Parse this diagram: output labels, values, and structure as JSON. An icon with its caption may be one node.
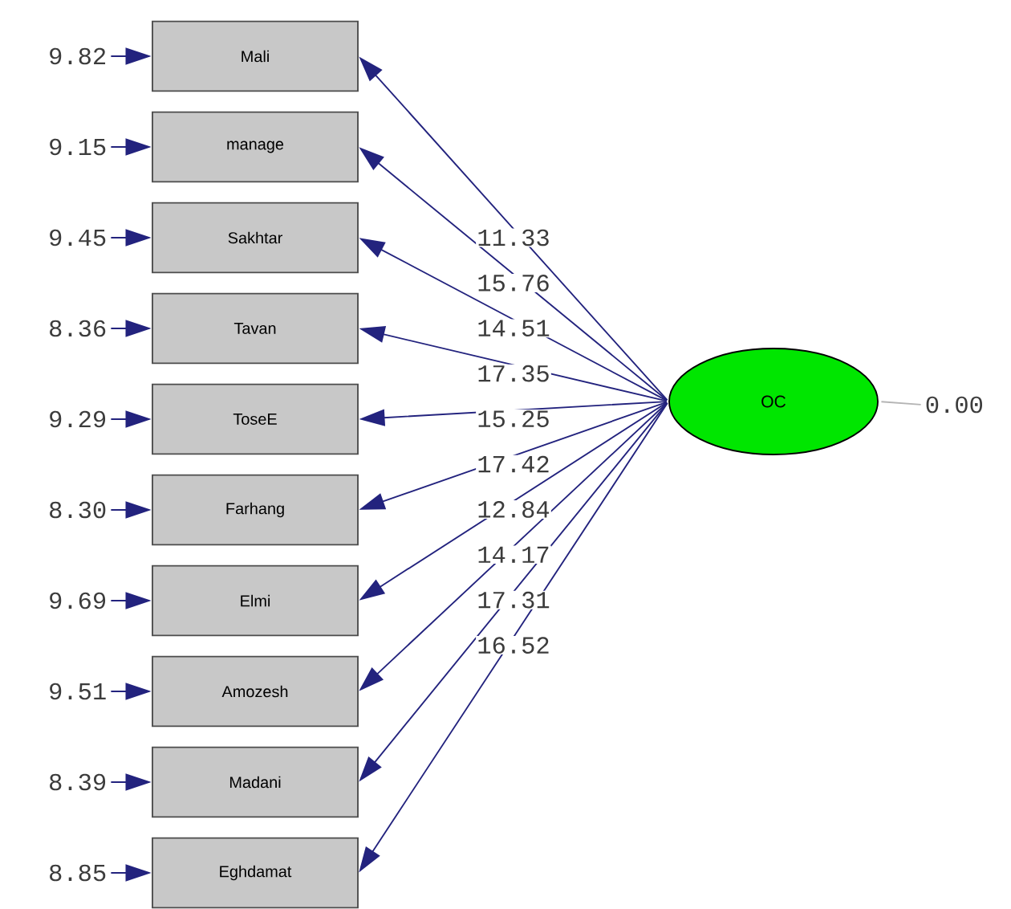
{
  "diagram": {
    "nodes": [
      {
        "text": [
          "Mali"
        ]
      },
      {
        "text": [
          "manage"
        ]
      },
      {
        "text": [
          "Sakhtar"
        ]
      },
      {
        "text": [
          "Tavan"
        ]
      },
      {
        "text": [
          "ToseE"
        ]
      },
      {
        "text": [
          "Farhang"
        ]
      },
      {
        "text": [
          "Elmi"
        ]
      },
      {
        "text": [
          "Amozesh"
        ]
      },
      {
        "text": [
          "Madani"
        ]
      },
      {
        "text": [
          "Eghdamat"
        ]
      },
      {
        "text": [
          "9.82"
        ]
      },
      {
        "text": [
          "9.15"
        ]
      },
      {
        "text": [
          "9.45"
        ]
      },
      {
        "text": [
          "8.36"
        ]
      },
      {
        "text": [
          "9.29"
        ]
      },
      {
        "text": [
          "8.30"
        ]
      },
      {
        "text": [
          "9.69"
        ]
      },
      {
        "text": [
          "9.51"
        ]
      },
      {
        "text": [
          "8.39"
        ]
      },
      {
        "text": [
          "8.85"
        ]
      },
      {
        "text": [
          "OC"
        ]
      },
      {
        "text": [
          "0.00"
        ]
      }
    ],
    "edges": [
      {
        "from": 20,
        "to": 0,
        "arrow": "to",
        "label": "11.33"
      },
      {
        "from": 20,
        "to": 1,
        "arrow": "to",
        "label": "15.76"
      },
      {
        "from": 20,
        "to": 2,
        "arrow": "to",
        "label": "14.51"
      },
      {
        "from": 20,
        "to": 3,
        "arrow": "to",
        "label": "17.35"
      },
      {
        "from": 20,
        "to": 4,
        "arrow": "to",
        "label": "15.25"
      },
      {
        "from": 20,
        "to": 5,
        "arrow": "to",
        "label": "17.42"
      },
      {
        "from": 20,
        "to": 6,
        "arrow": "to",
        "label": "12.84"
      },
      {
        "from": 20,
        "to": 7,
        "arrow": "to",
        "label": "14.17"
      },
      {
        "from": 20,
        "to": 8,
        "arrow": "to",
        "label": "17.31"
      },
      {
        "from": 20,
        "to": 9,
        "arrow": "to",
        "label": "16.52"
      },
      {
        "from": 10,
        "to": 0,
        "arrow": "to"
      },
      {
        "from": 11,
        "to": 1,
        "arrow": "to"
      },
      {
        "from": 12,
        "to": 2,
        "arrow": "to"
      },
      {
        "from": 13,
        "to": 3,
        "arrow": "to"
      },
      {
        "from": 14,
        "to": 4,
        "arrow": "to"
      },
      {
        "from": 15,
        "to": 5,
        "arrow": "to"
      },
      {
        "from": 16,
        "to": 6,
        "arrow": "to"
      },
      {
        "from": 17,
        "to": 7,
        "arrow": "to"
      },
      {
        "from": 18,
        "to": 8,
        "arrow": "to"
      },
      {
        "from": 19,
        "to": 9,
        "arrow": "to"
      },
      {
        "from": 21,
        "to": 20,
        "arrow": "none",
        "color": "#b4b4b4"
      }
    ]
  }
}
